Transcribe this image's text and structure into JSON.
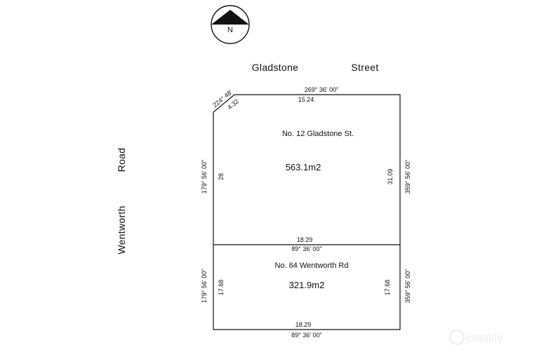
{
  "north_arrow": {
    "label": "N"
  },
  "streets": {
    "north": {
      "word1": "Gladstone",
      "word2": "Street"
    },
    "west": {
      "word1": "Wentworth",
      "word2": "Road"
    }
  },
  "lots": [
    {
      "name": "No. 12 Gladstone St.",
      "area": "563.1m2"
    },
    {
      "name": "No. 64 Wentworth Rd",
      "area": "321.9m2"
    }
  ],
  "dimensions": {
    "top_bearing": "269°   36'   00\"",
    "top_length": "15.24",
    "corner_bearing": "224° 48'",
    "corner_length": "4.32",
    "left_bearing_upper": "179°   56'   00\"",
    "left_length_upper": "28",
    "right_bearing_upper": "359°   56'   00\"",
    "right_length_upper": "31.09",
    "middle_length": "18.29",
    "middle_bearing": "89°   36'   00\"",
    "left_bearing_lower": "179°   56'   00\"",
    "left_length_lower": "17.68",
    "right_bearing_lower": "359°   56'   00\"",
    "right_length_lower": "17.68",
    "bottom_length": "18.29",
    "bottom_bearing": "89°   36'   00\""
  },
  "watermark": {
    "text": "cotality"
  },
  "colors": {
    "line": "#111111",
    "north_fill": "#111111",
    "watermark": "#ececec"
  }
}
